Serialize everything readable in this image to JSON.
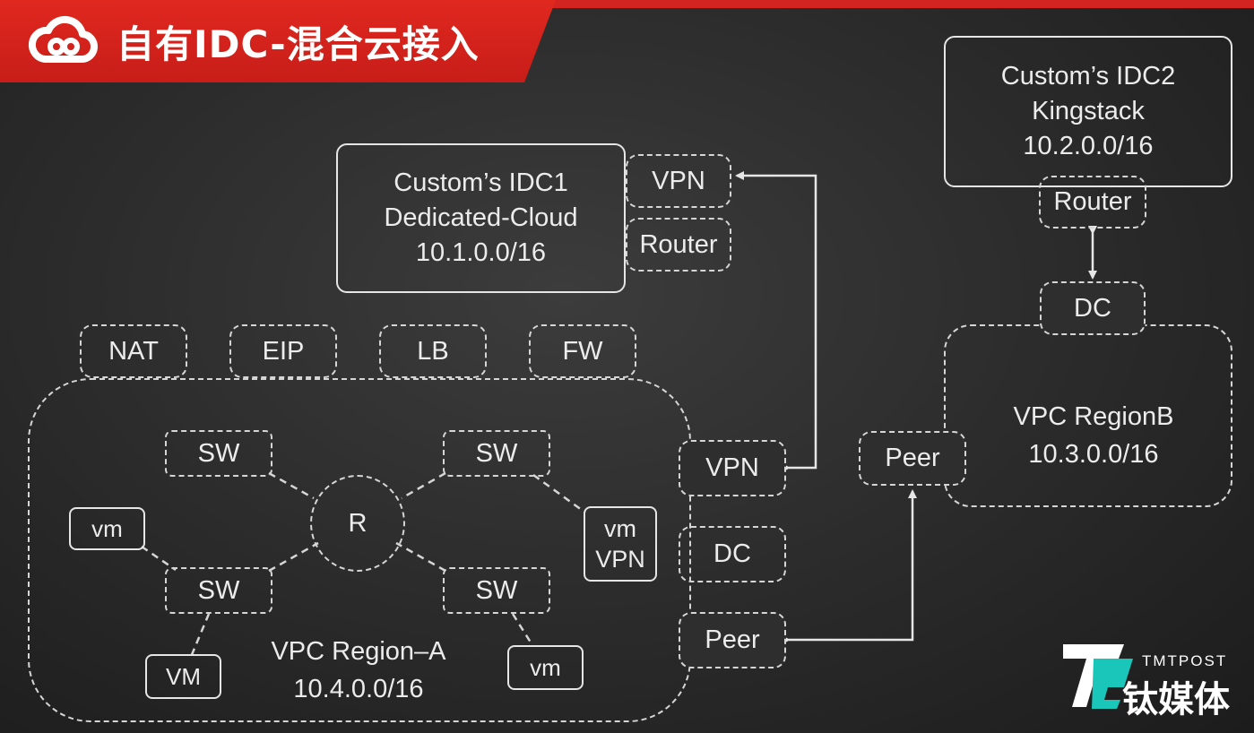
{
  "header": {
    "title": "自有IDC-混合云接入",
    "logo_icon": "cloud-icon"
  },
  "idc1": {
    "line1": "Custom’s IDC1",
    "line2": "Dedicated-Cloud",
    "line3": "10.1.0.0/16",
    "vpn": "VPN",
    "router": "Router"
  },
  "idc2": {
    "line1": "Custom’s IDC2",
    "line2": "Kingstack",
    "line3": "10.2.0.0/16",
    "router": "Router",
    "dc": "DC"
  },
  "region_a": {
    "name": "VPC Region–A",
    "cidr": "10.4.0.0/16",
    "services": {
      "nat": "NAT",
      "eip": "EIP",
      "lb": "LB",
      "fw": "FW"
    },
    "router": "R",
    "switch": "SW",
    "vm_left": "vm",
    "vm_bottom_left": "VM",
    "vm_bottom_right": "vm",
    "vm_vpn": {
      "line1": "vm",
      "line2": "VPN"
    },
    "edge": {
      "vpn": "VPN",
      "dc": "DC",
      "peer": "Peer"
    }
  },
  "region_b": {
    "name": "VPC RegionB",
    "cidr": "10.3.0.0/16",
    "peer": "Peer"
  },
  "brand": {
    "small": "TMTPOST",
    "big": "钛媒体",
    "icon": "tmtpost-logo-icon"
  },
  "colors": {
    "banner_red": "#d42420",
    "line": "#e6e6e6",
    "brand_teal": "#19c6b9"
  }
}
